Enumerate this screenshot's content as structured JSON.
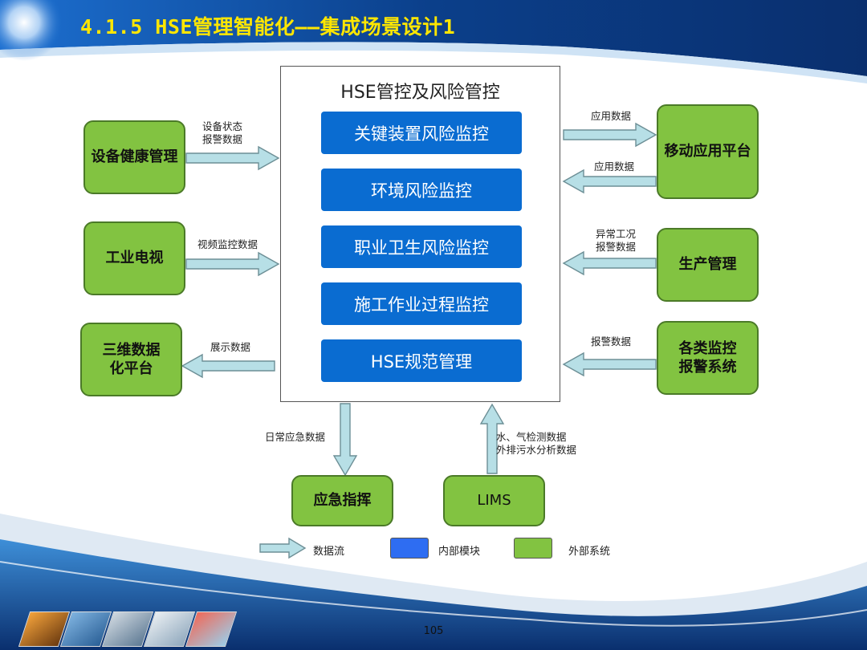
{
  "slide": {
    "title": "4.1.5 HSE管理智能化——集成场景设计1",
    "page_number": "105"
  },
  "core": {
    "title": "HSE管控及风险管控",
    "modules": [
      "关键装置风险监控",
      "环境风险监控",
      "职业卫生风险监控",
      "施工作业过程监控",
      "HSE规范管理"
    ]
  },
  "systems": {
    "equipment_health": "设备健康管理",
    "industrial_tv": "工业电视",
    "three_d_line1": "三维数据",
    "three_d_line2": "化平台",
    "mobile_platform": "移动应用平台",
    "production": "生产管理",
    "monitoring_line1": "各类监控",
    "monitoring_line2": "报警系统",
    "emergency": "应急指挥",
    "lims": "LIMS"
  },
  "flows": {
    "equipment_line1": "设备状态",
    "equipment_line2": "报警数据",
    "video": "视频监控数据",
    "display": "展示数据",
    "app_out": "应用数据",
    "app_in": "应用数据",
    "abnormal_line1": "异常工况",
    "abnormal_line2": "报警数据",
    "alarm": "报警数据",
    "daily_emergency": "日常应急数据",
    "lims_line1": "水、气检测数据",
    "lims_line2": "外排污水分析数据"
  },
  "legend": {
    "data_flow": "数据流",
    "internal_module": "内部模块",
    "external_system": "外部系统"
  },
  "colors": {
    "title_text": "#ffe600",
    "module_blue": "#0a6cd1",
    "external_green": "#82c341",
    "arrow_fill": "#b7dfe6",
    "background_dark": "#0b3f8a"
  }
}
